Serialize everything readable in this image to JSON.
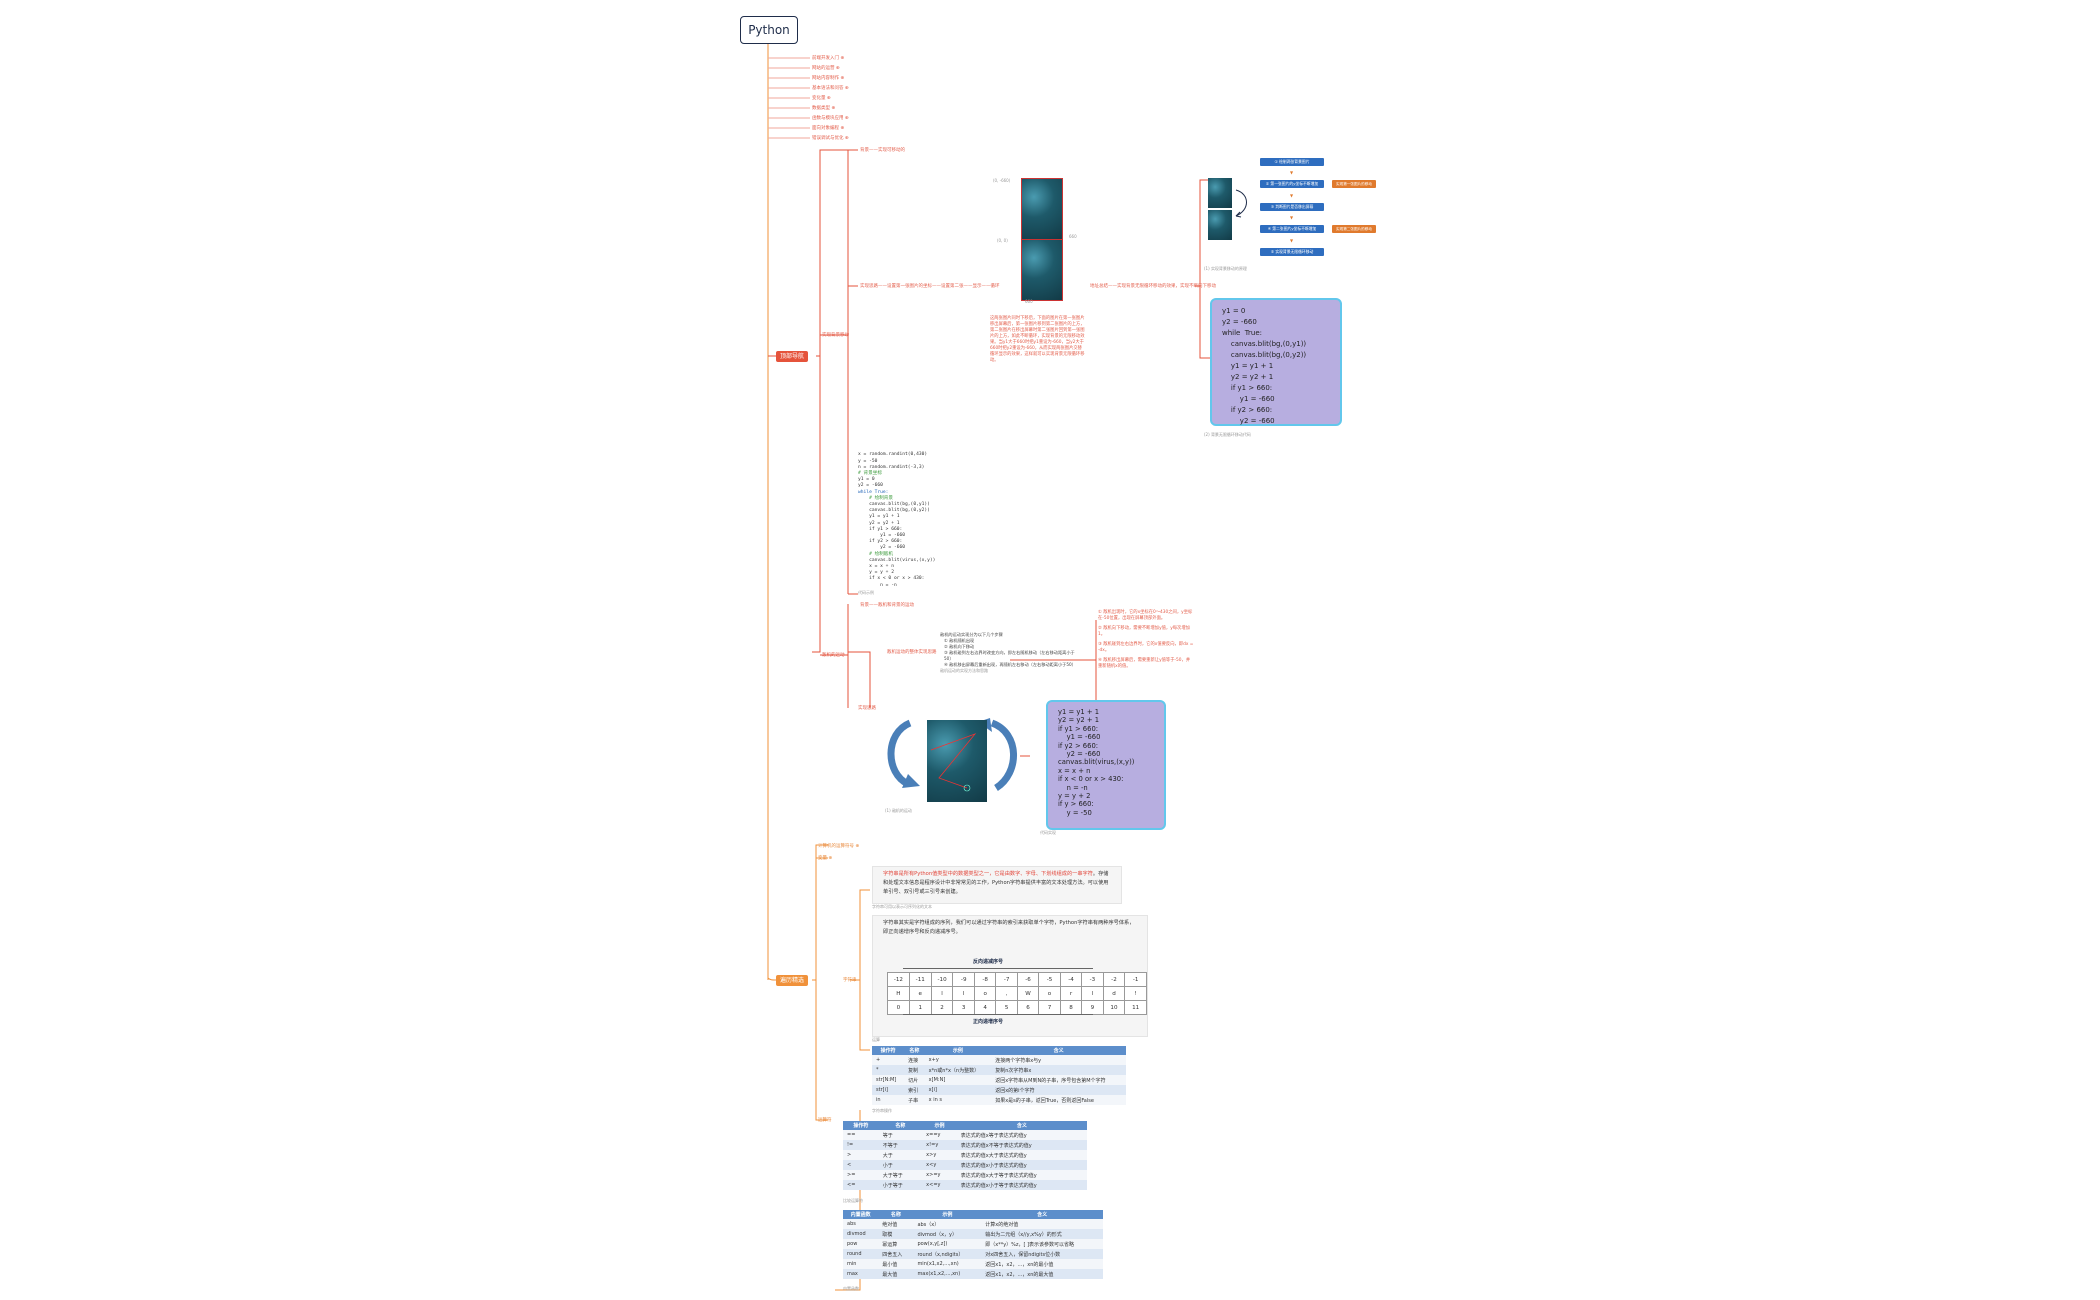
{
  "root": {
    "title": "Python"
  },
  "branches": {
    "first": "顶部导航",
    "second": "遍历精选"
  },
  "top_topics": [
    "前端开发入门",
    "网站的运营",
    "网站内容制作",
    "基本语法和问答",
    "变化量",
    "数据类型",
    "函数与模块应用",
    "面向对象编程",
    "错误调试与优化"
  ],
  "section1": {
    "topic_a": "背景——实现可移动的",
    "topic_b": "实现背景移动",
    "topic_c": "实现思路——设置第一张图片的坐标——设置第二张——显示——循环",
    "topic_d": "地址总结——实现背景无限循环移动的效果，实现不断向下移动",
    "axis_top": "(0, -660)",
    "axis_mid": "(0, 0)",
    "axis_right": "660",
    "axis_bottom": "660",
    "note_red": "这两张图片同时下移后，下面的图片在第一张图片移出屏幕后，第一张图片移到第二张图片的上方，第二张图片在移出屏幕时第二张图片回到第一张图片的上方，如此不断循环，实现背景的无限移动效果。当y1大于660时把y1重设为-660，当y2大于660时把y2重设为-660，从而实现两张图片交替循环显示的效果，这样就可以实现背景无限循环移动。",
    "flow": [
      {
        "label": "① 绘制两张背景图片"
      },
      {
        "label": "② 第一张图片的y坐标不断增加"
      },
      {
        "label": "③ 判断图片是否移出屏幕"
      },
      {
        "label": "④ 第二张图片y坐标不断增加"
      },
      {
        "label": "⑤ 实现背景无限循环移动"
      }
    ],
    "flow_notes": [
      "实现第一张图片的移动",
      "实现第二张图片的移动"
    ],
    "flow_caption": "(1) 实现背景移动的原理",
    "code_box": "y1 = 0\ny2 = -660\nwhile  True:\n    canvas.blit(bg,(0,y1))\n    canvas.blit(bg,(0,y2))\n    y1 = y1 + 1\n    y2 = y2 + 1\n    if y1 > 660:\n        y1 = -660\n    if y2 > 660:\n        y2 = -660",
    "code_caption": "(2) 背景无限循环移动代码",
    "code_block_caption": "代码示例"
  },
  "section2": {
    "topic_a": "背景——敌机和背景的运动",
    "topic_b": "敌机的运动",
    "topic_c": "实现思路",
    "topic_d": "敌机运动的整体实现思路",
    "steps_title": "敌机的运动实现分为以下几个步骤",
    "steps": [
      "① 敌机随机出现",
      "② 敌机向下移动",
      "③ 敌机碰到左右边界时改变方向，即左右随机移动（左右移动距离小于50）",
      "④ 敌机移出屏幕后重新出现，再随机左右移动（左右移动距离小于50）"
    ],
    "steps_caption": "敌机运动的实现方法和思路",
    "notes_red": [
      "① 敌机出现时，它的x坐标在0～430之间，y坐标在-50位置，出现在屏幕顶部外面。",
      "② 敌机向下移动，需要不断增加y值，y每次增加1。",
      "③ 敌机碰到左右边界时，它的x值要反向，即dx = -dx。",
      "④ 敌机移出屏幕后，需要重新让y值等于-50，并重新随机x的值。"
    ],
    "code_box": "y1 = y1 + 1\ny2 = y2 + 1\nif y1 > 660:\n    y1 = -660\nif y2 > 660:\n    y2 = -660\ncanvas.blit(virus,(x,y))\nx = x + n\nif x < 0 or x > 430:\n    n = -n\ny = y + 2\nif y > 660:\n    y = -50",
    "img_caption": "(1) 敌机的运动",
    "code_caption": "代码实现"
  },
  "code_listing": [
    {
      "t": "x = random.randint(0,430)",
      "c": ""
    },
    {
      "t": "y = -50",
      "c": ""
    },
    {
      "t": "n = random.randint(-3,3)",
      "c": ""
    },
    {
      "t": "# 背景坐标",
      "c": "cm"
    },
    {
      "t": "y1 = 0",
      "c": ""
    },
    {
      "t": "y2 = -660",
      "c": ""
    },
    {
      "t": "while True:",
      "c": "kw"
    },
    {
      "t": "    # 绘制背景",
      "c": "cm"
    },
    {
      "t": "    canvas.blit(bg,(0,y1))",
      "c": ""
    },
    {
      "t": "    canvas.blit(bg,(0,y2))",
      "c": ""
    },
    {
      "t": "    y1 = y1 + 1",
      "c": ""
    },
    {
      "t": "    y2 = y2 + 1",
      "c": ""
    },
    {
      "t": "    if y1 > 660:",
      "c": ""
    },
    {
      "t": "        y1 = -660",
      "c": ""
    },
    {
      "t": "    if y2 > 660:",
      "c": ""
    },
    {
      "t": "        y2 = -660",
      "c": ""
    },
    {
      "t": "    # 绘制敌机",
      "c": "cm"
    },
    {
      "t": "    canvas.blit(virus,(x,y))",
      "c": ""
    },
    {
      "t": "    x = x + n",
      "c": ""
    },
    {
      "t": "    y = y + 2",
      "c": ""
    },
    {
      "t": "    if x < 0 or x > 430:",
      "c": ""
    },
    {
      "t": "        n = -n",
      "c": ""
    }
  ],
  "section3": {
    "topic_a": "计算机的运算符号",
    "topic_b": "变量",
    "topic_c": "字符串",
    "topic_d": "运算符",
    "intro_rich": [
      {
        "t": "字符串是所有Python值类型中的数据类型之一，它是由数字、字母、下划线组成的一串字符",
        "r": true
      },
      {
        "t": "。存储和处理文本信息是程序设计中非常常见的工作，Python字符串提供丰富的文本处理方法。可以使用单引号、双引号或三引号来创建。",
        "r": false
      }
    ],
    "intro_caption": "字符串可用以表示可序列化的文本",
    "index_text": "字符串其实是字符组成的序列，我们可以通过字符串的索引来获取单个字符，Python字符串有两种序号体系，即正向递增序号和反向递减序号。",
    "reverse_label": "反向递减序号",
    "forward_label": "正向递增序号",
    "neg_idx": [
      "-12",
      "-11",
      "-10",
      "-9",
      "-8",
      "-7",
      "-6",
      "-5",
      "-4",
      "-3",
      "-2",
      "-1"
    ],
    "chars": [
      "H",
      "e",
      "l",
      "l",
      "o",
      ",",
      "W",
      "o",
      "r",
      "l",
      "d",
      "!"
    ],
    "pos_idx": [
      "0",
      "1",
      "2",
      "3",
      "4",
      "5",
      "6",
      "7",
      "8",
      "9",
      "10",
      "11"
    ],
    "t1_caption": "运算",
    "t1_head": [
      "操作符",
      "名称",
      "示例",
      "含义"
    ],
    "t1_rows": [
      [
        "+",
        "连接",
        "x+y",
        "连接两个字符串x与y"
      ],
      [
        "*",
        "复制",
        "x*n或n*x（n为整数）",
        "复制n次字符串x"
      ],
      [
        "str[N:M]",
        "切片",
        "x[M:N]",
        "返回x字符串从M到N的子串，序号包含第M个字符"
      ],
      [
        "str[i]",
        "索引",
        "x[i]",
        "返回x的第i个字符"
      ],
      [
        "in",
        "子串",
        "x in s",
        "如果x是s的子串，返回True，否则返回False"
      ]
    ],
    "t1_note": "字符串操作",
    "t2_head": [
      "操作符",
      "名称",
      "示例",
      "含义"
    ],
    "t2_rows": [
      [
        "==",
        "等于",
        "x==y",
        "表达式的值x等于表达式的值y"
      ],
      [
        "!=",
        "不等于",
        "x!=y",
        "表达式的值x不等于表达式的值y"
      ],
      [
        ">",
        "大于",
        "x>y",
        "表达式的值x大于表达式的值y"
      ],
      [
        "<",
        "小于",
        "x<y",
        "表达式的值x小于表达式的值y"
      ],
      [
        ">=",
        "大于等于",
        "x>=y",
        "表达式的值x大于等于表达式的值y"
      ],
      [
        "<=",
        "小于等于",
        "x<=y",
        "表达式的值x小于等于表达式的值y"
      ]
    ],
    "t2_note": "比较运算符",
    "t3_head": [
      "内置函数",
      "名称",
      "示例",
      "含义"
    ],
    "t3_rows": [
      [
        "abs",
        "绝对值",
        "abs（x）",
        "计算x的绝对值"
      ],
      [
        "divmod",
        "取模",
        "divmod（x，y）",
        "输出为二元组（x//y,x%y）的形式"
      ],
      [
        "pow",
        "幂运算",
        "pow(x,y[,z])",
        "即（x**y）%z，[ ]表示该参数可以省略"
      ],
      [
        "round",
        "四舍五入",
        "round（x,ndigits）",
        "对x四舍五入，保留ndigits位小数"
      ],
      [
        "min",
        "最小值",
        "min(x1,x2,...,xn)",
        "返回x1，x2，...，xn的最小值"
      ],
      [
        "max",
        "最大值",
        "max(x1,x2,...,xn)",
        "返回x1，x2，...，xn的最大值"
      ]
    ],
    "t3_note": "内置函数"
  }
}
